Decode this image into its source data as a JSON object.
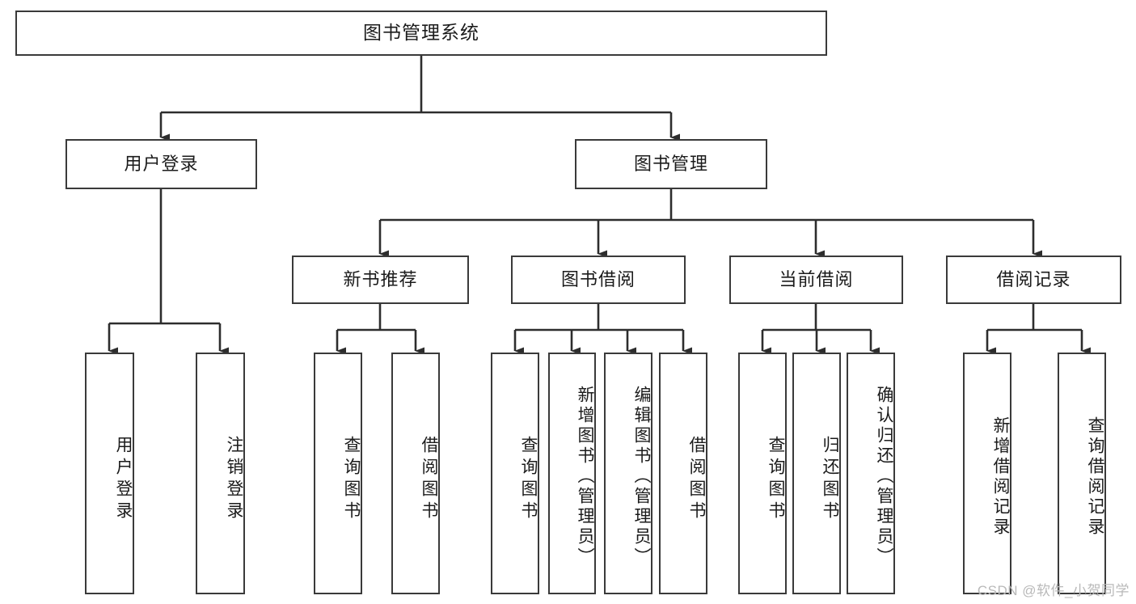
{
  "diagram": {
    "title": "图书管理系统",
    "type": "tree",
    "root": {
      "label": "图书管理系统"
    },
    "level2": [
      {
        "label": "用户登录"
      },
      {
        "label": "图书管理"
      }
    ],
    "level3": [
      {
        "label": "新书推荐"
      },
      {
        "label": "图书借阅"
      },
      {
        "label": "当前借阅"
      },
      {
        "label": "借阅记录"
      }
    ],
    "leaves": {
      "user_login": [
        {
          "label": "用户登录"
        },
        {
          "label": "注销登录"
        }
      ],
      "new_book_recommend": [
        {
          "label": "查询图书"
        },
        {
          "label": "借阅图书"
        }
      ],
      "book_borrow": [
        {
          "label": "查询图书"
        },
        {
          "label": "新增图书（管理员）"
        },
        {
          "label": "编辑图书（管理员）"
        },
        {
          "label": "借阅图书"
        }
      ],
      "current_borrow": [
        {
          "label": "查询图书"
        },
        {
          "label": "归还图书"
        },
        {
          "label": "确认归还（管理员）"
        }
      ],
      "borrow_record": [
        {
          "label": "新增借阅记录"
        },
        {
          "label": "查询借阅记录"
        }
      ]
    }
  },
  "watermark": {
    "text": "CSDN @软件_小贺同学"
  },
  "colors": {
    "box_border": "#3a3a3a",
    "box_fill": "#ffffff",
    "connector": "#2d2d2d",
    "text": "#1b1b1b",
    "watermark": "#b9b9b9"
  }
}
